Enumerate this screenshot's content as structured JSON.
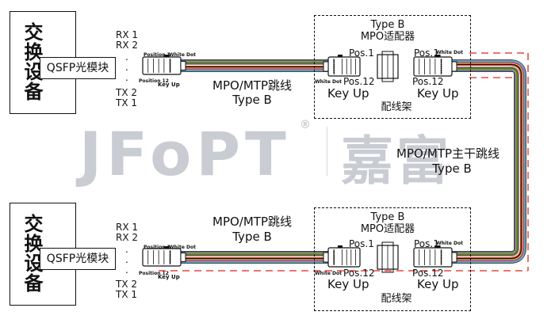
{
  "switch_label": "交换设备",
  "module_label": "QSFP光模块",
  "rx_labels": [
    "RX 1",
    "RX 2"
  ],
  "tx_labels": [
    "TX 2",
    "TX 1"
  ],
  "dots": ".\n.\n.",
  "patch_cable": {
    "name": "MPO/MTP跳线",
    "type": "Type B"
  },
  "trunk_cable": {
    "name": "MPO/MTP主干跳线",
    "type": "Type B"
  },
  "adapter": {
    "type": "Type B",
    "name": "MPO适配器"
  },
  "panel_label": "配线架",
  "connector": {
    "pos1": "Pos.1",
    "pos12": "Pos.12",
    "white_dot": "White Dot",
    "key_up": "Key Up",
    "position1": "Position 1",
    "position12": "Position 12"
  },
  "watermark": {
    "brand": "JFoPT",
    "registered": "®",
    "chinese": "嘉富"
  },
  "colors": {
    "fiber": [
      "#3b73c4",
      "#f19a26",
      "#2aa04a",
      "#8a5a2b",
      "#8c8c8c",
      "#ffffff",
      "#e2231a",
      "#111111",
      "#f3e21b",
      "#8b3fa3",
      "#f07ab6",
      "#37c3d6"
    ],
    "ribbon_edge": "#333333",
    "trunk_dash": "#e2231a"
  }
}
